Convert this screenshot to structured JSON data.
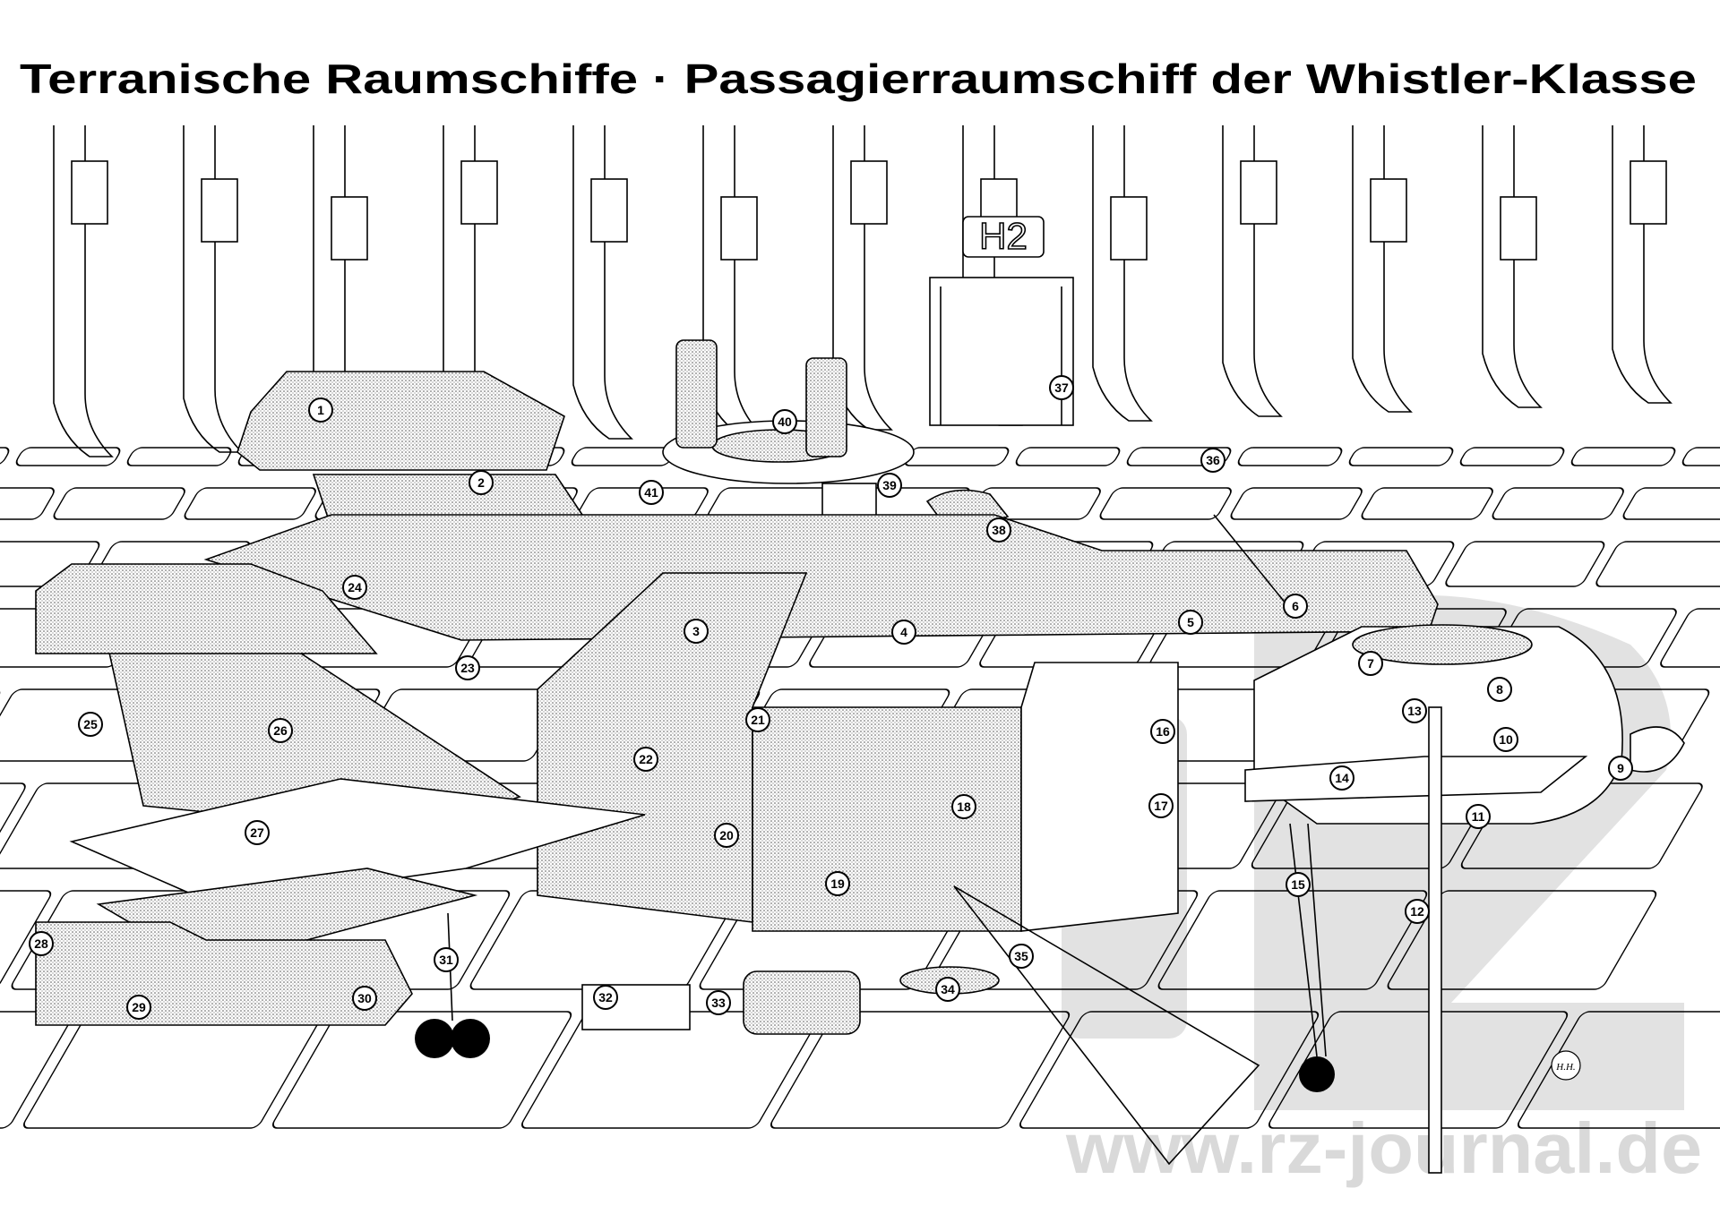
{
  "title": "Terranische Raumschiffe · Passagierraumschiff der Whistler-Klasse",
  "hangar_sign": "H2",
  "watermark": "www.rz-journal.de",
  "signature": "H.H.",
  "colors": {
    "ink": "#000000",
    "paper": "#ffffff",
    "watermark": "#d9d9d9"
  },
  "callouts": [
    "1",
    "2",
    "3",
    "4",
    "5",
    "6",
    "7",
    "8",
    "9",
    "10",
    "11",
    "12",
    "13",
    "14",
    "15",
    "16",
    "17",
    "18",
    "19",
    "20",
    "21",
    "22",
    "23",
    "24",
    "25",
    "26",
    "27",
    "28",
    "29",
    "30",
    "31",
    "32",
    "33",
    "34",
    "35",
    "36",
    "37",
    "38",
    "39",
    "40",
    "41"
  ]
}
